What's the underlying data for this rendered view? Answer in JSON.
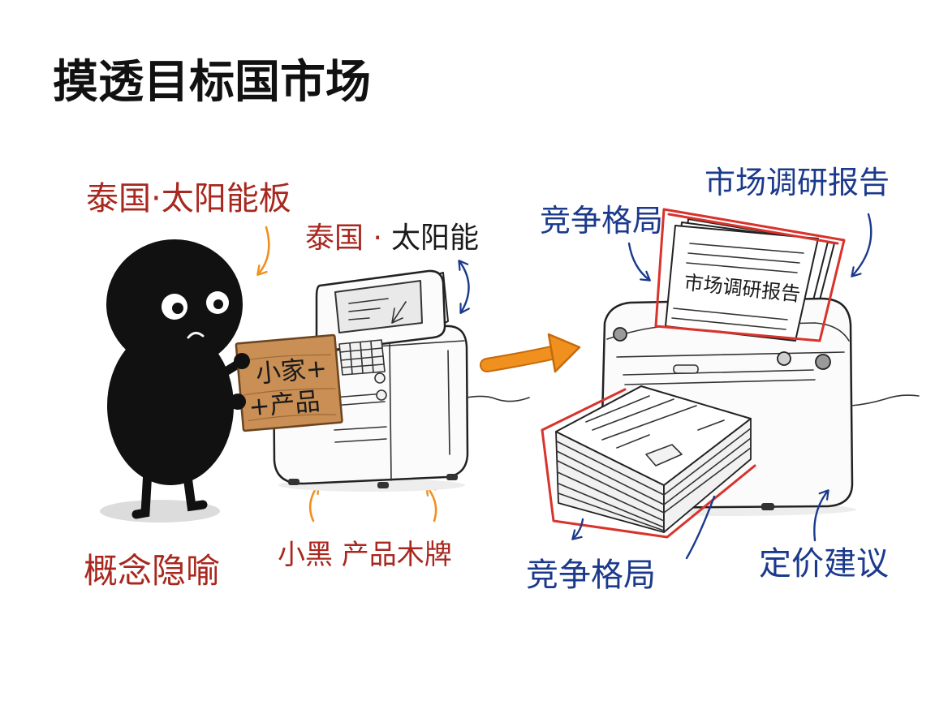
{
  "title": "摸透目标国市场",
  "colors": {
    "red_label": "#a8281f",
    "blue_label": "#1b3a8c",
    "orange_arrow": "#f0901e",
    "wood_sign": "#c98f55",
    "red_outline": "#d8332c"
  },
  "left_scene": {
    "label_top": "泰国·太阳能板",
    "label_machine_red": "泰国 ·",
    "label_machine_black": "太阳能",
    "sign_lines": [
      "小家+",
      "+产品"
    ],
    "label_metaphor": "概念隐喻",
    "label_sign": "小黑 产品木牌"
  },
  "right_scene": {
    "label_report": "市场调研报告",
    "label_competition_top": "竞争格局",
    "paper_title": "市场调研报告",
    "label_competition_bottom": "竞争格局",
    "label_pricing": "定价建议"
  }
}
